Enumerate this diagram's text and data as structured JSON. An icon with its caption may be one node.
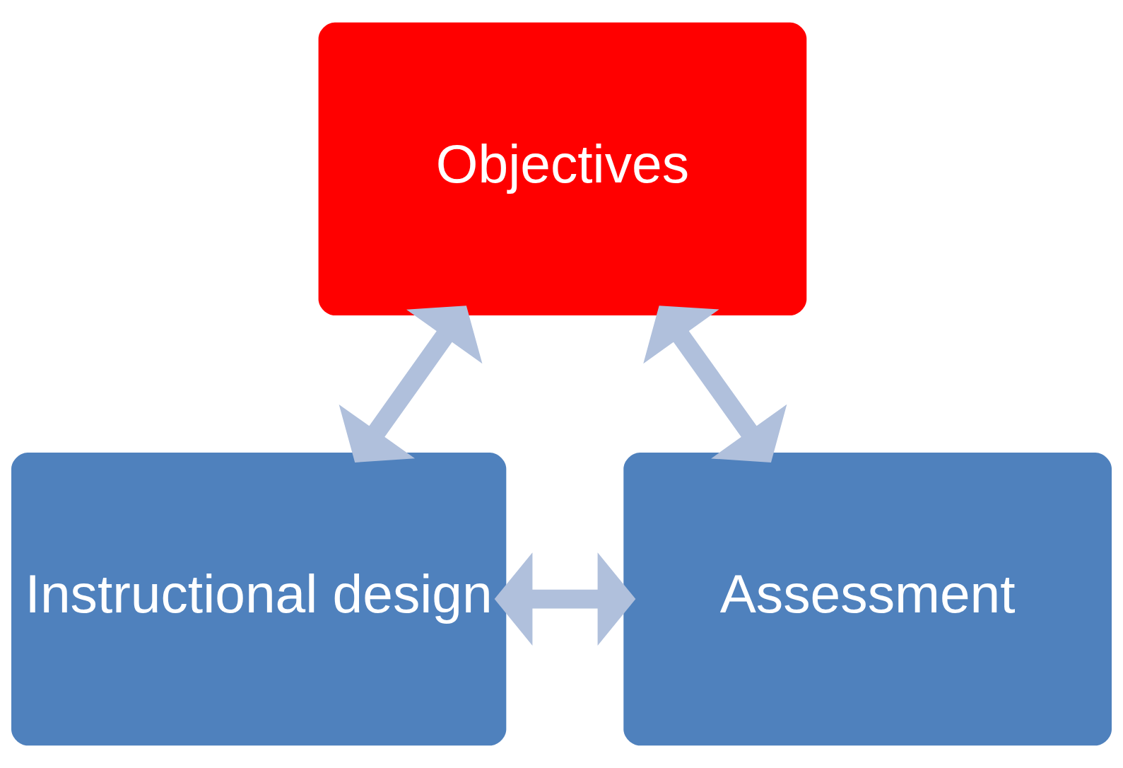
{
  "diagram": {
    "nodes": [
      {
        "text": [
          "Objectives"
        ]
      },
      {
        "text": [
          "Instructional design"
        ]
      },
      {
        "text": [
          "Assessment"
        ]
      }
    ],
    "edges": [
      {
        "from": 0,
        "to": 1,
        "arrow": "both"
      },
      {
        "from": 0,
        "to": 2,
        "arrow": "both"
      },
      {
        "from": 1,
        "to": 2,
        "arrow": "both"
      }
    ]
  }
}
